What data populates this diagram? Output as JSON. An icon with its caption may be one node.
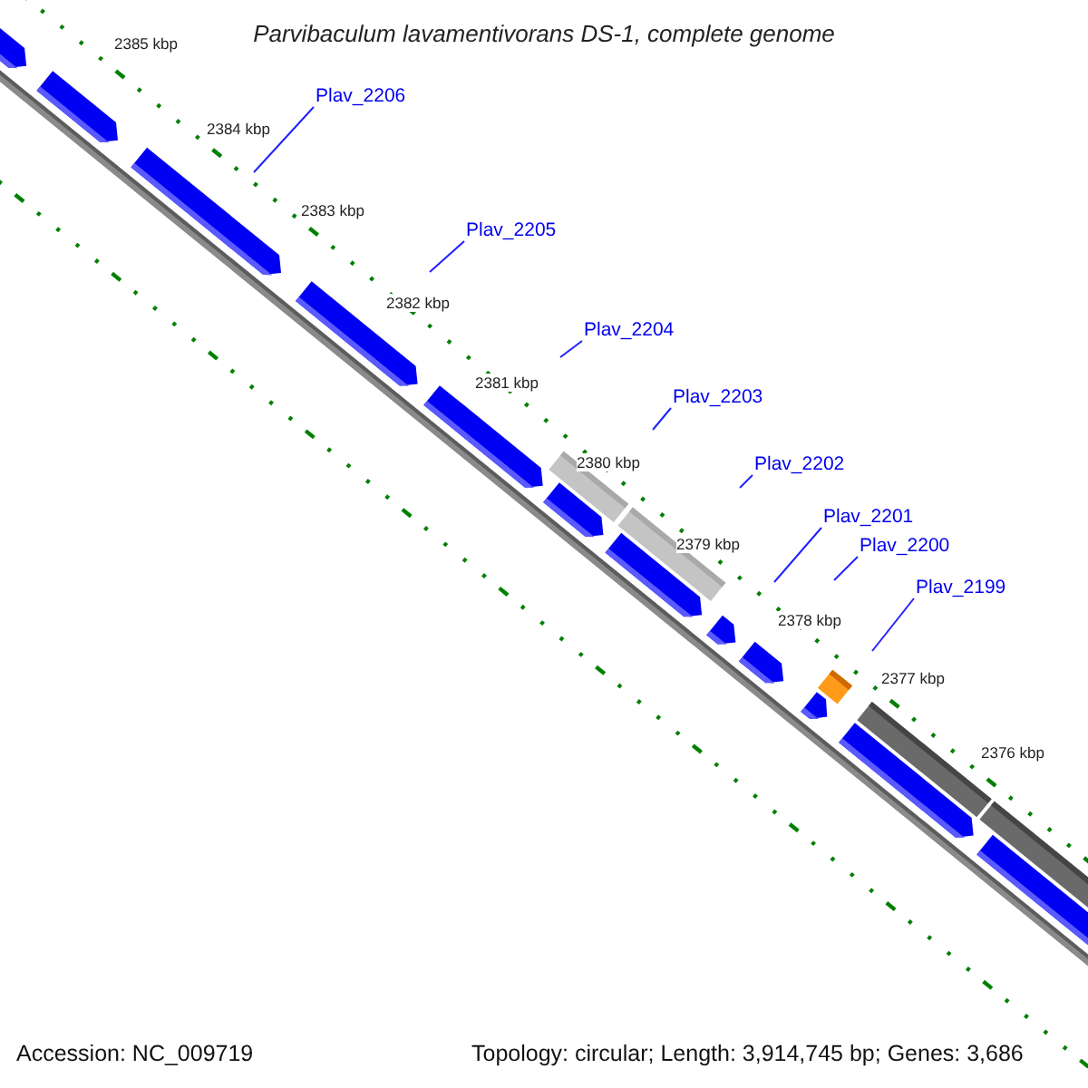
{
  "diagram": {
    "title": "Parvibaculum lavamentivorans DS-1, complete genome",
    "nodes": [
      {
        "text": [
          "Plav_2206"
        ]
      },
      {
        "text": [
          "Plav_2205"
        ]
      },
      {
        "text": [
          "Plav_2204"
        ]
      },
      {
        "text": [
          "Plav_2203"
        ]
      },
      {
        "text": [
          "Plav_2202"
        ]
      },
      {
        "text": [
          "Plav_2201"
        ]
      },
      {
        "text": [
          "Plav_2200"
        ]
      },
      {
        "text": [
          "Plav_2199"
        ]
      }
    ],
    "edges": [
      {
        "from": 0,
        "to": null,
        "arrow": "none"
      },
      {
        "from": 1,
        "to": null,
        "arrow": "none"
      },
      {
        "from": 2,
        "to": null,
        "arrow": "none"
      },
      {
        "from": 3,
        "to": null,
        "arrow": "none"
      },
      {
        "from": 4,
        "to": null,
        "arrow": "none"
      },
      {
        "from": 5,
        "to": null,
        "arrow": "none"
      },
      {
        "from": 6,
        "to": null,
        "arrow": "none"
      },
      {
        "from": 7,
        "to": null,
        "arrow": "none"
      }
    ],
    "labels": [
      "2385 kbp",
      "2384 kbp",
      "2383 kbp",
      "2382 kbp",
      "2381 kbp",
      "2380 kbp",
      "2379 kbp",
      "2378 kbp",
      "2377 kbp",
      "2376 kbp",
      "Accession: NC_009719",
      "Topology: circular; Length: 3,914,745 bp; Genes: 3,686"
    ]
  }
}
